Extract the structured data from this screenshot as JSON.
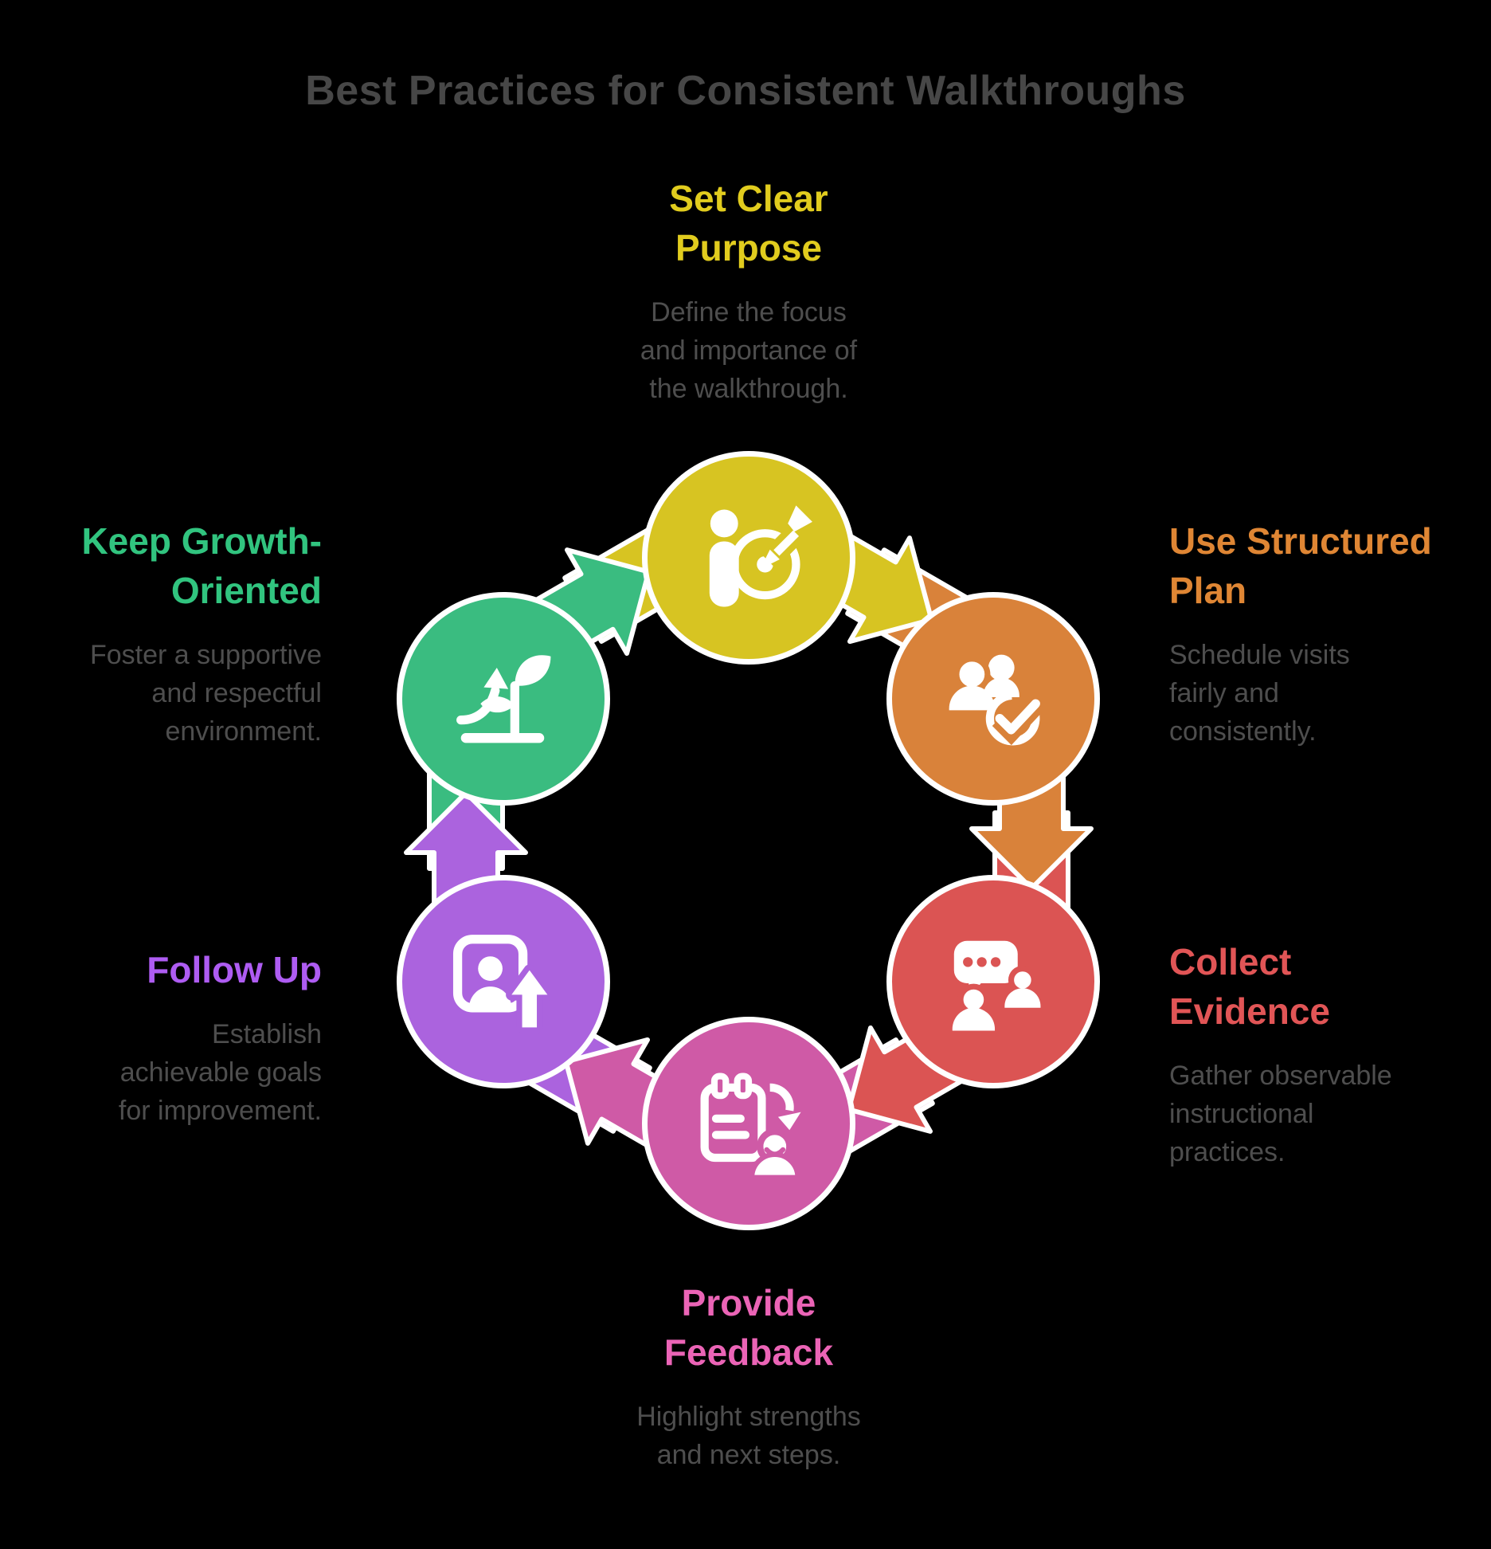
{
  "title": "Best Practices for Consistent Walkthroughs",
  "background_color": "#000000",
  "title_color": "#474747",
  "description_color": "#4e4e4e",
  "flow_direction": "clockwise",
  "steps": [
    {
      "name": "set-clear-purpose",
      "position": "top",
      "title": "Set Clear\nPurpose",
      "description": "Define the focus\nand importance of\nthe walkthrough.",
      "accent_color": "#e1cc1e",
      "circle_color": "#d7c422",
      "icon": "person-target-icon"
    },
    {
      "name": "use-structured-plan",
      "position": "top-right",
      "title": "Use Structured\nPlan",
      "description": "Schedule visits\nfairly and\nconsistently.",
      "accent_color": "#df8634",
      "circle_color": "#d9823a",
      "icon": "people-check-icon"
    },
    {
      "name": "collect-evidence",
      "position": "bottom-right",
      "title": "Collect\nEvidence",
      "description": "Gather observable\ninstructional\npractices.",
      "accent_color": "#e15556",
      "circle_color": "#db5453",
      "icon": "conversation-people-icon"
    },
    {
      "name": "provide-feedback",
      "position": "bottom",
      "title": "Provide\nFeedback",
      "description": "Highlight strengths\nand next steps.",
      "accent_color": "#eb64b6",
      "circle_color": "#cf5aa6",
      "icon": "clipboard-person-icon"
    },
    {
      "name": "follow-up",
      "position": "bottom-left",
      "title": "Follow Up",
      "description": "Establish\nachievable goals\nfor improvement.",
      "accent_color": "#ae5cf2",
      "circle_color": "#ab63de",
      "icon": "portrait-up-arrow-icon"
    },
    {
      "name": "keep-growth-oriented",
      "position": "top-left",
      "title": "Keep Growth-\nOriented",
      "description": "Foster a supportive\nand respectful\nenvironment.",
      "accent_color": "#31c47f",
      "circle_color": "#3abc80",
      "icon": "growth-plant-icon"
    }
  ],
  "connectors": [
    {
      "from": "set-clear-purpose",
      "to": "use-structured-plan"
    },
    {
      "from": "use-structured-plan",
      "to": "collect-evidence"
    },
    {
      "from": "collect-evidence",
      "to": "provide-feedback"
    },
    {
      "from": "provide-feedback",
      "to": "follow-up"
    },
    {
      "from": "follow-up",
      "to": "keep-growth-oriented"
    },
    {
      "from": "keep-growth-oriented",
      "to": "set-clear-purpose"
    }
  ]
}
